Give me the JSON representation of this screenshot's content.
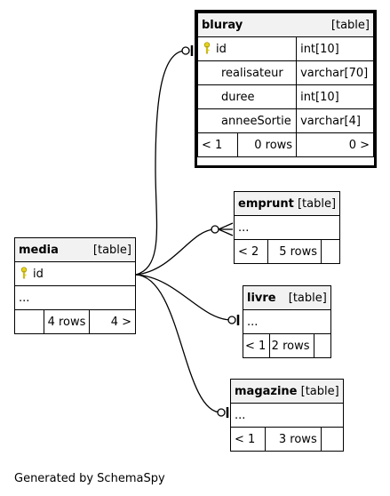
{
  "tables": {
    "bluray": {
      "name": "bluray",
      "kind": "[table]",
      "columns": [
        {
          "name": "id",
          "type": "int[10]",
          "pk": true
        },
        {
          "name": "realisateur",
          "type": "varchar[70]",
          "pk": false
        },
        {
          "name": "duree",
          "type": "int[10]",
          "pk": false
        },
        {
          "name": "anneeSortie",
          "type": "varchar[4]",
          "pk": false
        }
      ],
      "parents": "< 1",
      "rows": "0 rows",
      "children": "0 >"
    },
    "emprunt": {
      "name": "emprunt",
      "kind": "[table]",
      "ellipsis": "...",
      "parents": "< 2",
      "rows": "5 rows"
    },
    "media": {
      "name": "media",
      "kind": "[table]",
      "columns": [
        {
          "name": "id",
          "pk": true
        }
      ],
      "ellipsis": "...",
      "rows": "4 rows",
      "children": "4 >"
    },
    "livre": {
      "name": "livre",
      "kind": "[table]",
      "ellipsis": "...",
      "parents": "< 1",
      "rows": "2 rows"
    },
    "magazine": {
      "name": "magazine",
      "kind": "[table]",
      "ellipsis": "...",
      "parents": "< 1",
      "rows": "3 rows"
    }
  },
  "footer": "Generated by SchemaSpy",
  "colors": {
    "key_icon": "#e6d21a",
    "header_bg": "#f2f2f2"
  }
}
